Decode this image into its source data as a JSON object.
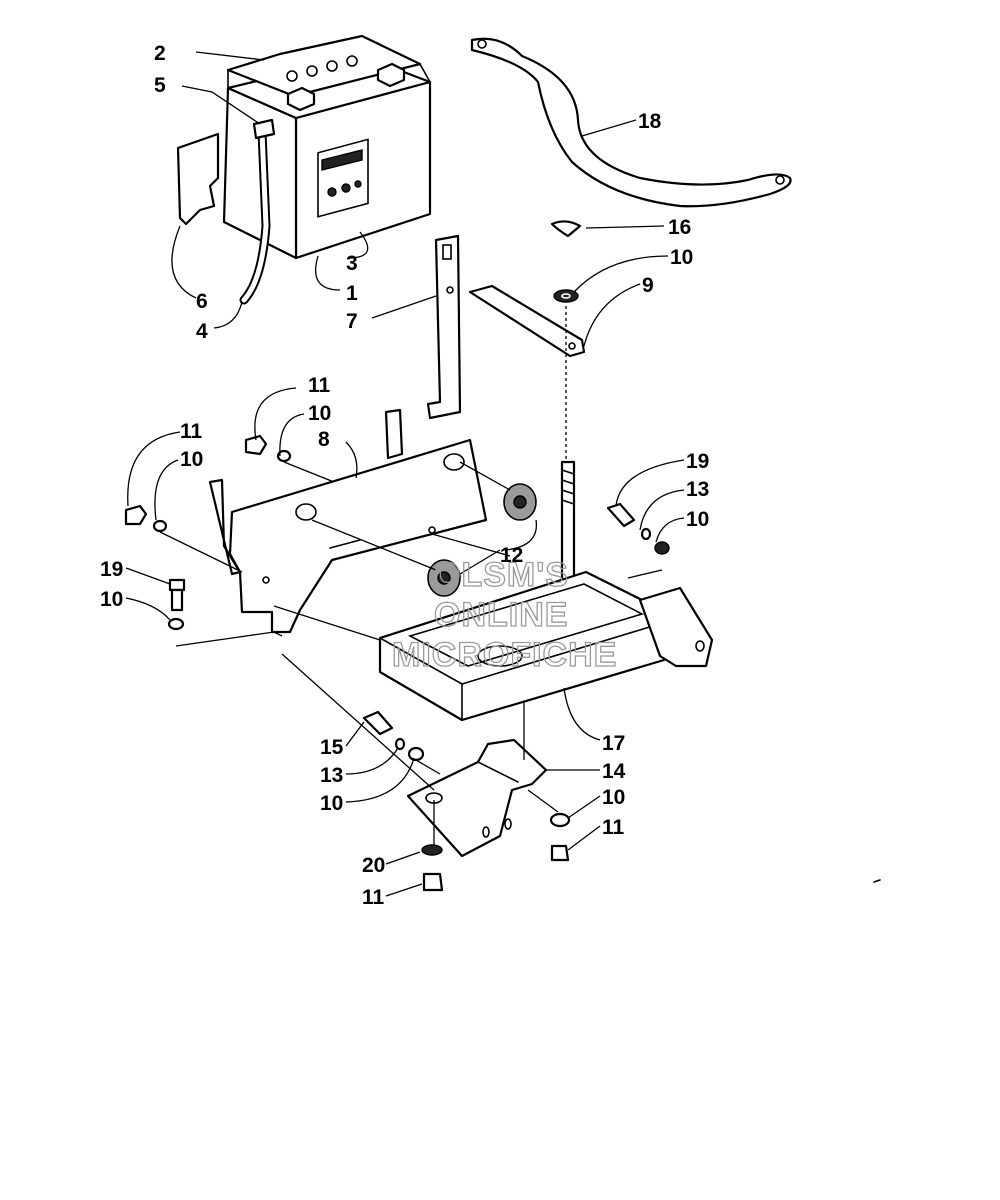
{
  "diagram": {
    "watermark_lines": [
      "OLSM'S",
      "ONLINE",
      "MICROFICHE"
    ],
    "callouts": {
      "c1": "1",
      "c2": "2",
      "c3": "3",
      "c4": "4",
      "c5": "5",
      "c6": "6",
      "c7": "7",
      "c8": "8",
      "c9": "9",
      "c10a": "10",
      "c10b": "10",
      "c10c": "10",
      "c10d": "10",
      "c10e": "10",
      "c10f": "10",
      "c10g": "10",
      "c11a": "11",
      "c11b": "11",
      "c11c": "11",
      "c11d": "11",
      "c12": "12",
      "c13a": "13",
      "c13b": "13",
      "c14": "14",
      "c15": "15",
      "c16": "16",
      "c17": "17",
      "c18": "18",
      "c19a": "19",
      "c19b": "19",
      "c20": "20"
    }
  }
}
